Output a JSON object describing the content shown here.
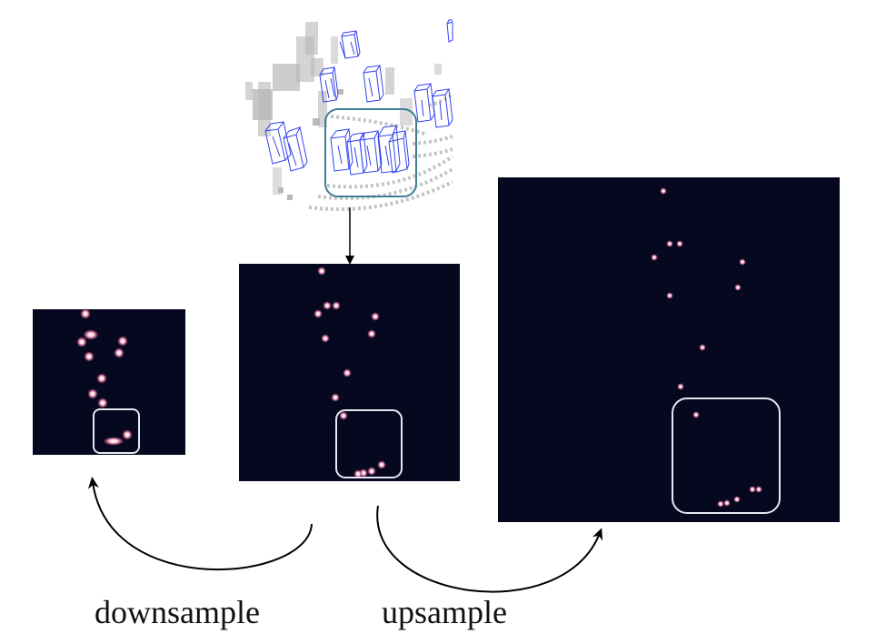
{
  "labels": {
    "downsample": "downsample",
    "upsample": "upsample"
  },
  "colors": {
    "heatmap_background": "#05081e",
    "peak_core": "#ffffff",
    "peak_glow": "#d87aa0",
    "highlight_box_on_heatmap": "#e6e8f2",
    "highlight_box_on_pointcloud": "#3f7d95",
    "bounding_box": "#3344ee",
    "point_cloud": "#b8b8b8",
    "arrow": "#000000"
  },
  "icons": {
    "point_cloud_scene": "lidar-point-cloud-with-3d-boxes",
    "arrows": [
      "down-arrow",
      "curved-arrow-left",
      "curved-arrow-right"
    ]
  }
}
